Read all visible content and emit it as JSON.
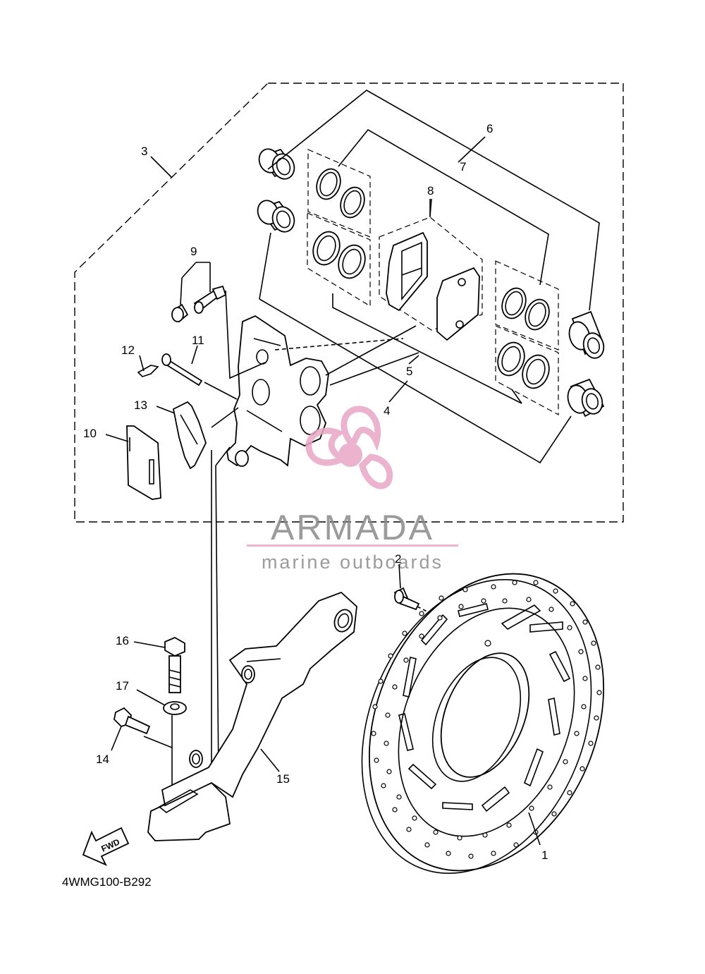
{
  "diagram_code": "4WMG100-B292",
  "fwd_label": "FWD",
  "watermark": {
    "brand": "ARMADA",
    "tagline": "marine outboards",
    "colors": {
      "logo": "#e8a6c6",
      "text": "#8a8a8a"
    }
  },
  "callouts": {
    "p1": "1",
    "p2": "2",
    "p3": "3",
    "p4": "4",
    "p5": "5",
    "p6": "6",
    "p7": "7",
    "p8": "8",
    "p9": "9",
    "p10": "10",
    "p11": "11",
    "p12": "12",
    "p13": "13",
    "p14": "14",
    "p15": "15",
    "p16": "16",
    "p17": "17"
  }
}
